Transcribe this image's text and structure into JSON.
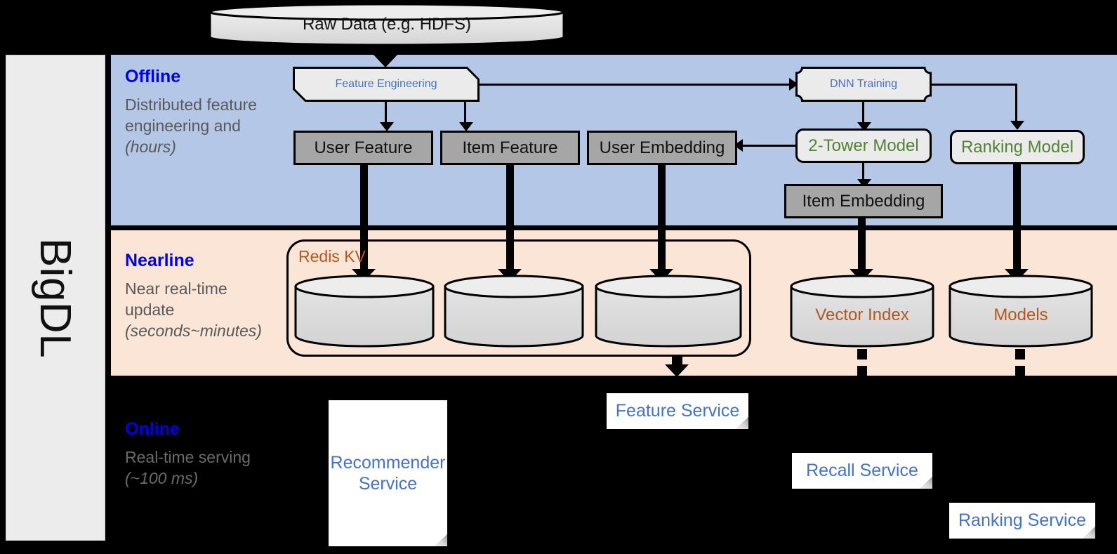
{
  "framework": {
    "name": "BigDL"
  },
  "bands": [
    {
      "id": "offline",
      "title": "Offline",
      "subtitle": "Distributed feature engineering and ",
      "subtitle_em": "(hours)",
      "color": "#b4c7e7"
    },
    {
      "id": "nearline",
      "title": "Nearline",
      "subtitle": "Near real-time update ",
      "subtitle_em": "(seconds~minutes)",
      "color": "#fbe5d6"
    },
    {
      "id": "online",
      "title": "Online",
      "subtitle": "Real-time serving ",
      "subtitle_em": "(~100 ms)",
      "color": "#000000"
    }
  ],
  "source": {
    "label": "Raw Data (e.g. HDFS)"
  },
  "offline": {
    "feature_engineering": "Feature Engineering",
    "dnn_training": "DNN Training",
    "two_tower_model": "2-Tower Model",
    "ranking_model": "Ranking Model",
    "user_feature": "User Feature",
    "item_feature": "Item Feature",
    "user_embedding": "User Embedding",
    "item_embedding": "Item Embedding"
  },
  "nearline": {
    "redis_kv": "Redis KV",
    "vector_index": "Vector Index",
    "models": "Models"
  },
  "online": {
    "recommender_service": "Recommender Service",
    "feature_service": "Feature Service",
    "recall_service": "Recall Service",
    "ranking_service": "Ranking Service"
  },
  "colors": {
    "offline_band": "#b4c7e7",
    "nearline_band": "#fbe5d6",
    "band_title": "#0000ee",
    "blue_text": "#4472c4",
    "green_text": "#548235",
    "brown_text": "#b4571e",
    "grey_box": "#a6a6a6",
    "proc_box": "#ebebeb",
    "rail": "#ececec"
  }
}
